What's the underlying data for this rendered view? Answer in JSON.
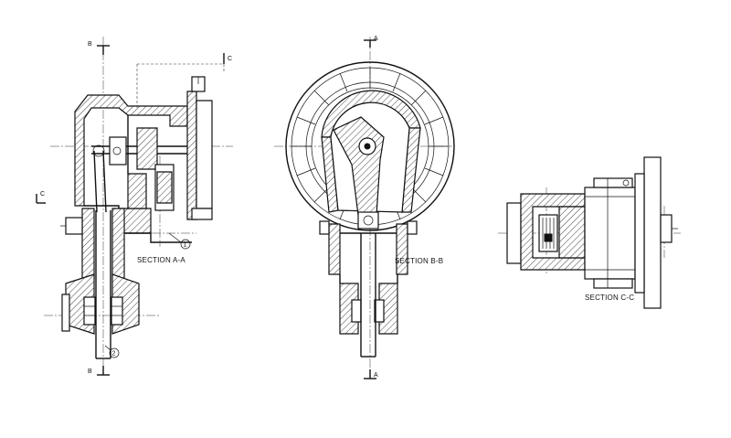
{
  "sections": {
    "a": {
      "title": "SECTION A-A"
    },
    "b": {
      "title": "SECTION B-B"
    },
    "c": {
      "title": "SECTION C-C"
    }
  },
  "cut_marks": {
    "b_top": "B",
    "b_bottom": "B",
    "c_top": "C",
    "c_mid": "C",
    "a_top": "A",
    "a_bottom": "A"
  },
  "balloons": {
    "one": "1",
    "two": "2"
  },
  "colors": {
    "ink": "#111111",
    "paper": "#ffffff"
  }
}
